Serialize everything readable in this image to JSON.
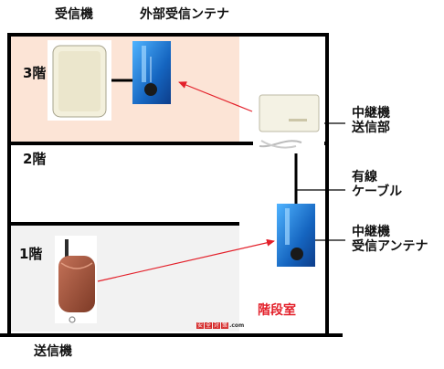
{
  "labels": {
    "receiver": "受信機",
    "external_antenna": "外部受信ンテナ",
    "floor3": "3階",
    "floor2": "2階",
    "floor1": "1階",
    "relay_transmitter": [
      "中継機",
      "送信部"
    ],
    "cable": [
      "有線",
      "ケーブル"
    ],
    "relay_antenna": [
      "中継機",
      "受信アンテナ"
    ],
    "stairwell": "階段室",
    "transmitter": "送信機",
    "watermark": [
      "安",
      "全",
      "対",
      "策",
      ".com"
    ]
  },
  "colors": {
    "floor3_fill": "#fce4d6",
    "floor1_fill": "#f2f2f2",
    "stair_text": "#e3202a",
    "arrow": "#e3202a",
    "wall": "#000000",
    "antenna_blue": "#1565c0"
  }
}
